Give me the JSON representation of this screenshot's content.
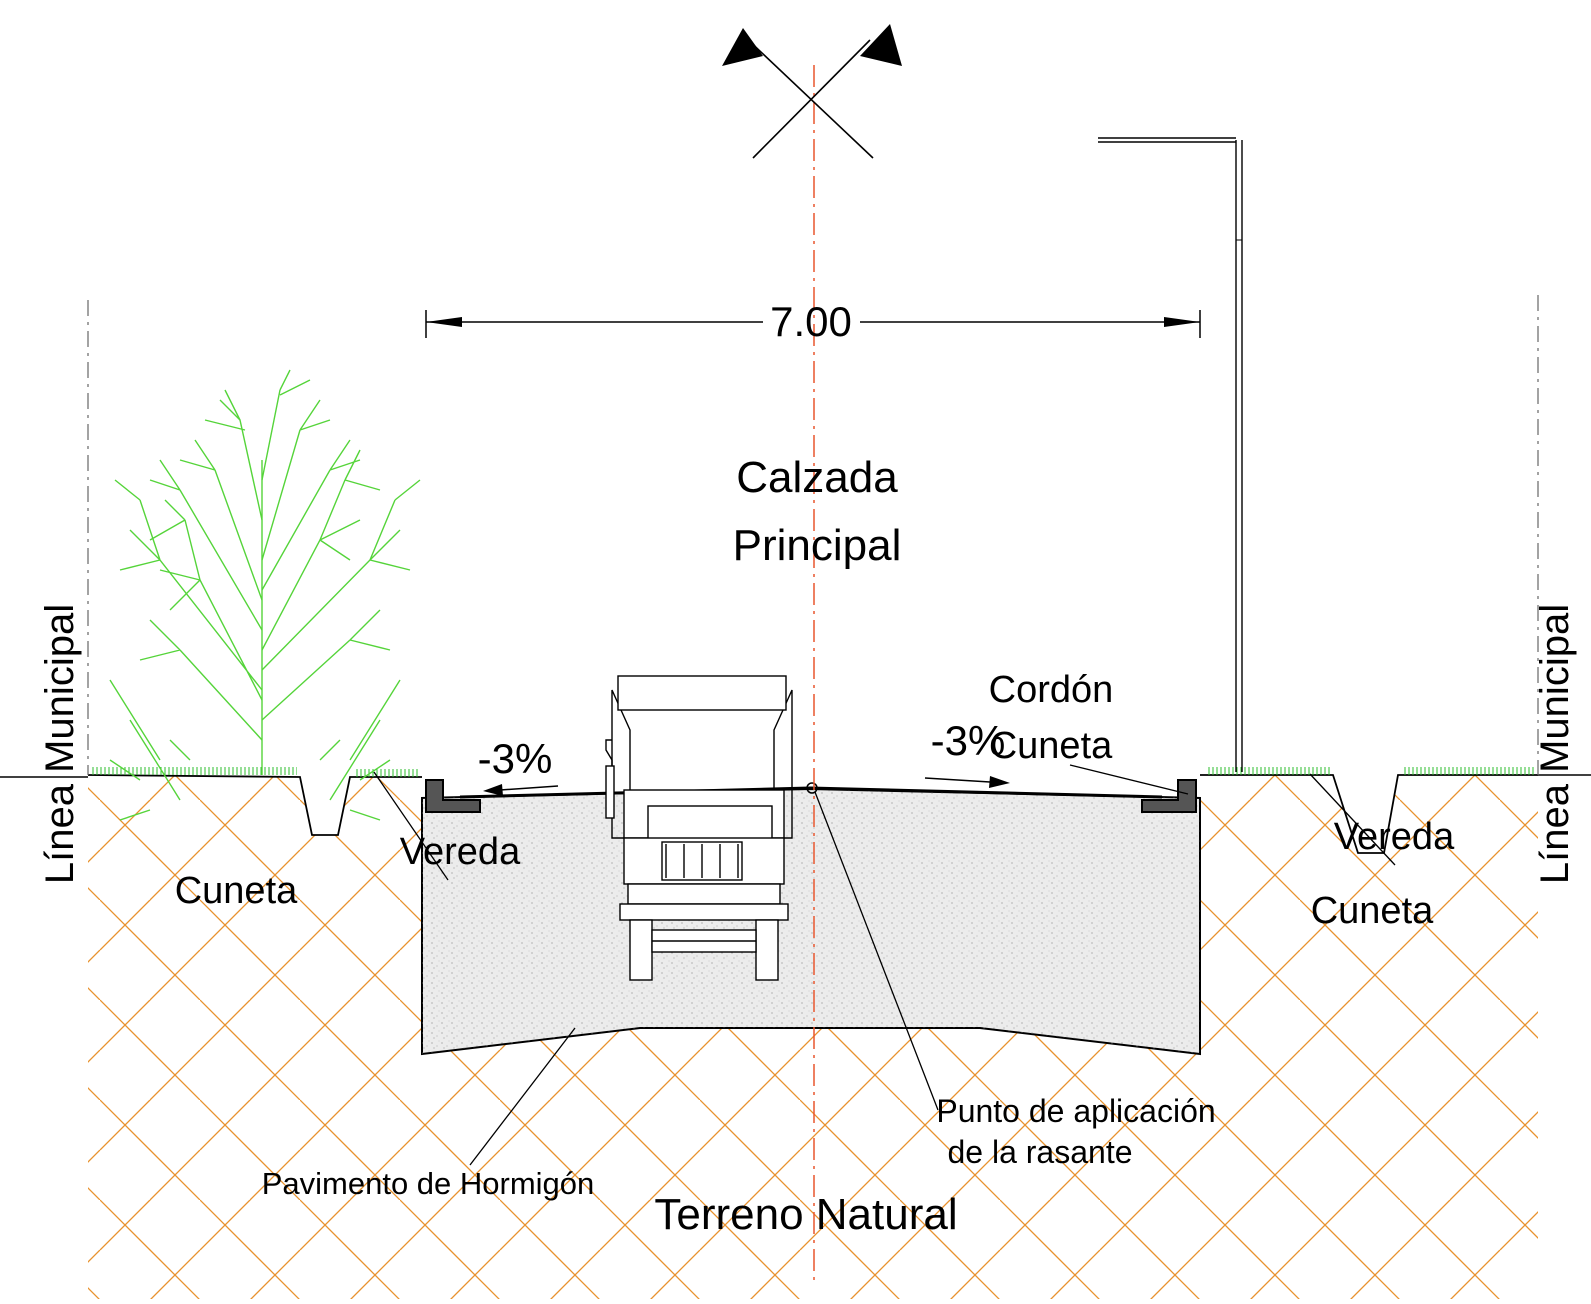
{
  "labels": {
    "dimension": "7.00",
    "calzada_line1": "Calzada",
    "calzada_line2": "Principal",
    "cordon_line1": "Cordón",
    "cordon_line2": "Cuneta",
    "vereda_left": "Vereda",
    "vereda_right": "Vereda",
    "slope_left": "-3%",
    "slope_right": "-3%",
    "cuneta_left": "Cuneta",
    "cuneta_right": "Cuneta",
    "pavimento": "Pavimento de Hormigón",
    "punto_line1": "Punto de aplicación",
    "punto_line2": "de la rasante",
    "terreno": "Terreno Natural",
    "linea_municipal_left": "Línea Municipal",
    "linea_municipal_right": "Línea Municipal"
  },
  "colors": {
    "line": "#000000",
    "terrain_hatch": "#E8922E",
    "grass": "#2DBE2D",
    "tree": "#55D43A",
    "axis": "#E8562E",
    "pavement_fill": "#ECECEC",
    "curb_fill": "#555555"
  },
  "icons": {
    "truck": "truck-icon",
    "tree": "tree-icon",
    "street_light": "street-light-icon",
    "flags": "crossed-flags-icon"
  }
}
